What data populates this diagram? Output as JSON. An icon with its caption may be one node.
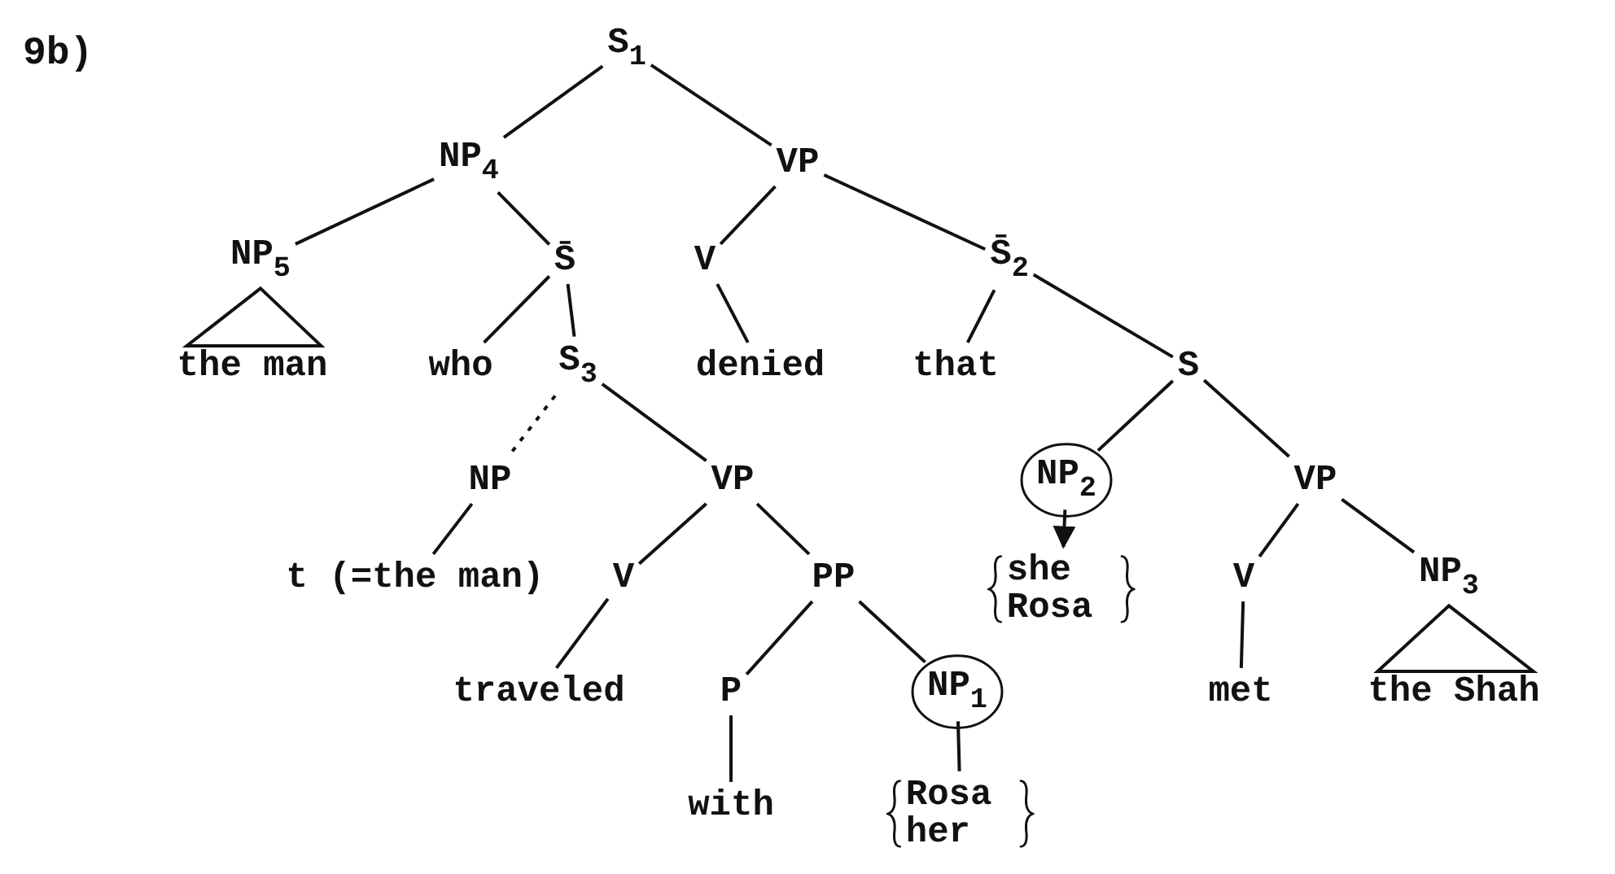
{
  "diagram": {
    "title": "9b)",
    "nodes": [
      {
        "text": [
          "S$_{1}$"
        ]
      },
      {
        "text": [
          "NP$_{4}$"
        ]
      },
      {
        "text": [
          "VP"
        ]
      },
      {
        "text": [
          "NP$_{5}$"
        ]
      },
      {
        "text": [
          "S̄"
        ]
      },
      {
        "text": [
          "V"
        ]
      },
      {
        "text": [
          "S̄$_{2}$"
        ]
      },
      {
        "text": [
          "the man"
        ]
      },
      {
        "text": [
          "who"
        ]
      },
      {
        "text": [
          "S$_{3}$"
        ]
      },
      {
        "text": [
          "denied"
        ]
      },
      {
        "text": [
          "that"
        ]
      },
      {
        "text": [
          "S"
        ]
      },
      {
        "text": [
          "NP"
        ]
      },
      {
        "text": [
          "VP"
        ]
      },
      {
        "text": [
          "NP$_{2}$"
        ]
      },
      {
        "text": [
          "VP"
        ]
      },
      {
        "text": [
          "t (=the man)"
        ]
      },
      {
        "text": [
          "V"
        ]
      },
      {
        "text": [
          "PP"
        ]
      },
      {
        "text": [
          "she Rosa"
        ]
      },
      {
        "text": [
          "V"
        ]
      },
      {
        "text": [
          "NP$_{3}$"
        ]
      },
      {
        "text": [
          "traveled"
        ]
      },
      {
        "text": [
          "P"
        ]
      },
      {
        "text": [
          "NP$_{1}$"
        ]
      },
      {
        "text": [
          "met"
        ]
      },
      {
        "text": [
          "the Shah"
        ]
      },
      {
        "text": [
          "with"
        ]
      },
      {
        "text": [
          "Rosa her"
        ]
      }
    ],
    "edges": [
      {
        "from": 0,
        "to": 1,
        "arrow": "none"
      },
      {
        "from": 0,
        "to": 2,
        "arrow": "none"
      },
      {
        "from": 1,
        "to": 3,
        "arrow": "none"
      },
      {
        "from": 1,
        "to": 4,
        "arrow": "none"
      },
      {
        "from": 2,
        "to": 5,
        "arrow": "none"
      },
      {
        "from": 2,
        "to": 6,
        "arrow": "none"
      },
      {
        "from": 3,
        "to": 7,
        "arrow": "none"
      },
      {
        "from": 4,
        "to": 8,
        "arrow": "none"
      },
      {
        "from": 4,
        "to": 9,
        "arrow": "none"
      },
      {
        "from": 5,
        "to": 10,
        "arrow": "none"
      },
      {
        "from": 6,
        "to": 11,
        "arrow": "none"
      },
      {
        "from": 6,
        "to": 12,
        "arrow": "none"
      },
      {
        "from": 9,
        "to": 13,
        "arrow": "none",
        "style": "dashed"
      },
      {
        "from": 9,
        "to": 14,
        "arrow": "none"
      },
      {
        "from": 12,
        "to": 15,
        "arrow": "none"
      },
      {
        "from": 12,
        "to": 16,
        "arrow": "none"
      },
      {
        "from": 13,
        "to": 17,
        "arrow": "none"
      },
      {
        "from": 14,
        "to": 18,
        "arrow": "none"
      },
      {
        "from": 14,
        "to": 19,
        "arrow": "none"
      },
      {
        "from": 15,
        "to": 20,
        "arrow": "to"
      },
      {
        "from": 16,
        "to": 21,
        "arrow": "none"
      },
      {
        "from": 16,
        "to": 22,
        "arrow": "none"
      },
      {
        "from": 18,
        "to": 23,
        "arrow": "none"
      },
      {
        "from": 19,
        "to": 24,
        "arrow": "none"
      },
      {
        "from": 19,
        "to": 25,
        "arrow": "none"
      },
      {
        "from": 22,
        "to": 27,
        "arrow": "none"
      },
      {
        "from": 21,
        "to": 26,
        "arrow": "none"
      },
      {
        "from": 24,
        "to": 28,
        "arrow": "none"
      },
      {
        "from": 25,
        "to": 29,
        "arrow": "none"
      }
    ]
  }
}
